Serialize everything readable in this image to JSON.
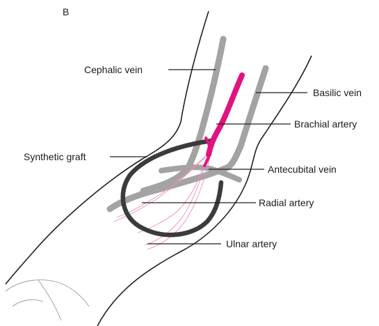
{
  "panel_letter": "B",
  "labels": {
    "cephalic_vein": "Cephalic vein",
    "basilic_vein": "Basilic vein",
    "brachial_artery": "Brachial artery",
    "synthetic_graft": "Synthetic graft",
    "antecubital_vein": "Antecubital vein",
    "radial_artery": "Radial artery",
    "ulnar_artery": "Ulnar artery"
  },
  "colors": {
    "vein": "#a3a3a3",
    "artery": "#e0147f",
    "graft": "#3b3b3b",
    "distal_artery": "#e98cbc",
    "outline": "#1f1f1f"
  }
}
